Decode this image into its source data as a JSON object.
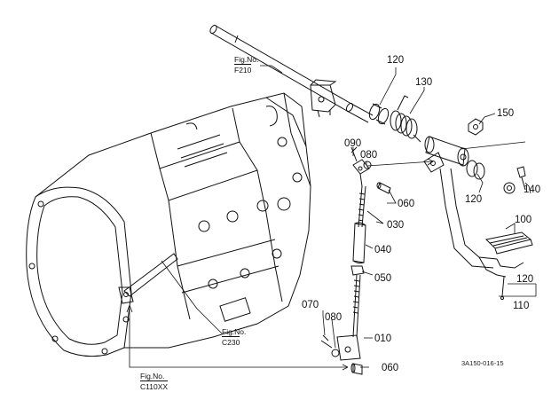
{
  "figure_refs": [
    {
      "id": "f210",
      "label": "Fig.No.",
      "ref": "F210"
    },
    {
      "id": "c230",
      "label": "Fig.No.",
      "ref": "C230"
    },
    {
      "id": "c110xx",
      "label": "Fig.No.",
      "ref": "C110XX"
    }
  ],
  "part_numbers": {
    "p120a": "120",
    "p130": "130",
    "p150": "150",
    "p090": "090",
    "p080a": "080",
    "p060a": "060",
    "p120b": "120",
    "p140": "140",
    "p030": "030",
    "p100": "100",
    "p040": "040",
    "p050": "050",
    "p120c": "120",
    "p110": "110",
    "p070": "070",
    "p080b": "080",
    "p010": "010",
    "p060b": "060"
  },
  "drawing_code": "3A150-016-15"
}
